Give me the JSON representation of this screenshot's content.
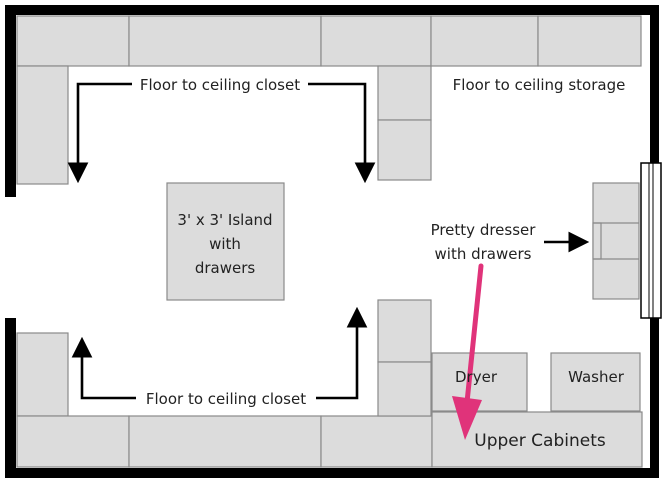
{
  "labels": {
    "top_closet": "Floor to ceiling closet",
    "bottom_closet": "Floor to ceiling closet",
    "storage": "Floor to ceiling storage",
    "island_line1": "3' x 3' Island",
    "island_line2": "with",
    "island_line3": "drawers",
    "dresser_line1": "Pretty dresser",
    "dresser_line2": "with drawers",
    "dryer": "Dryer",
    "washer": "Washer",
    "upper_cabinets": "Upper Cabinets"
  },
  "colors": {
    "cabinet_fill": "#dcdcdc",
    "cabinet_stroke": "#8a8a8a",
    "wall": "#000000",
    "highlight_arrow": "#e0337a"
  }
}
